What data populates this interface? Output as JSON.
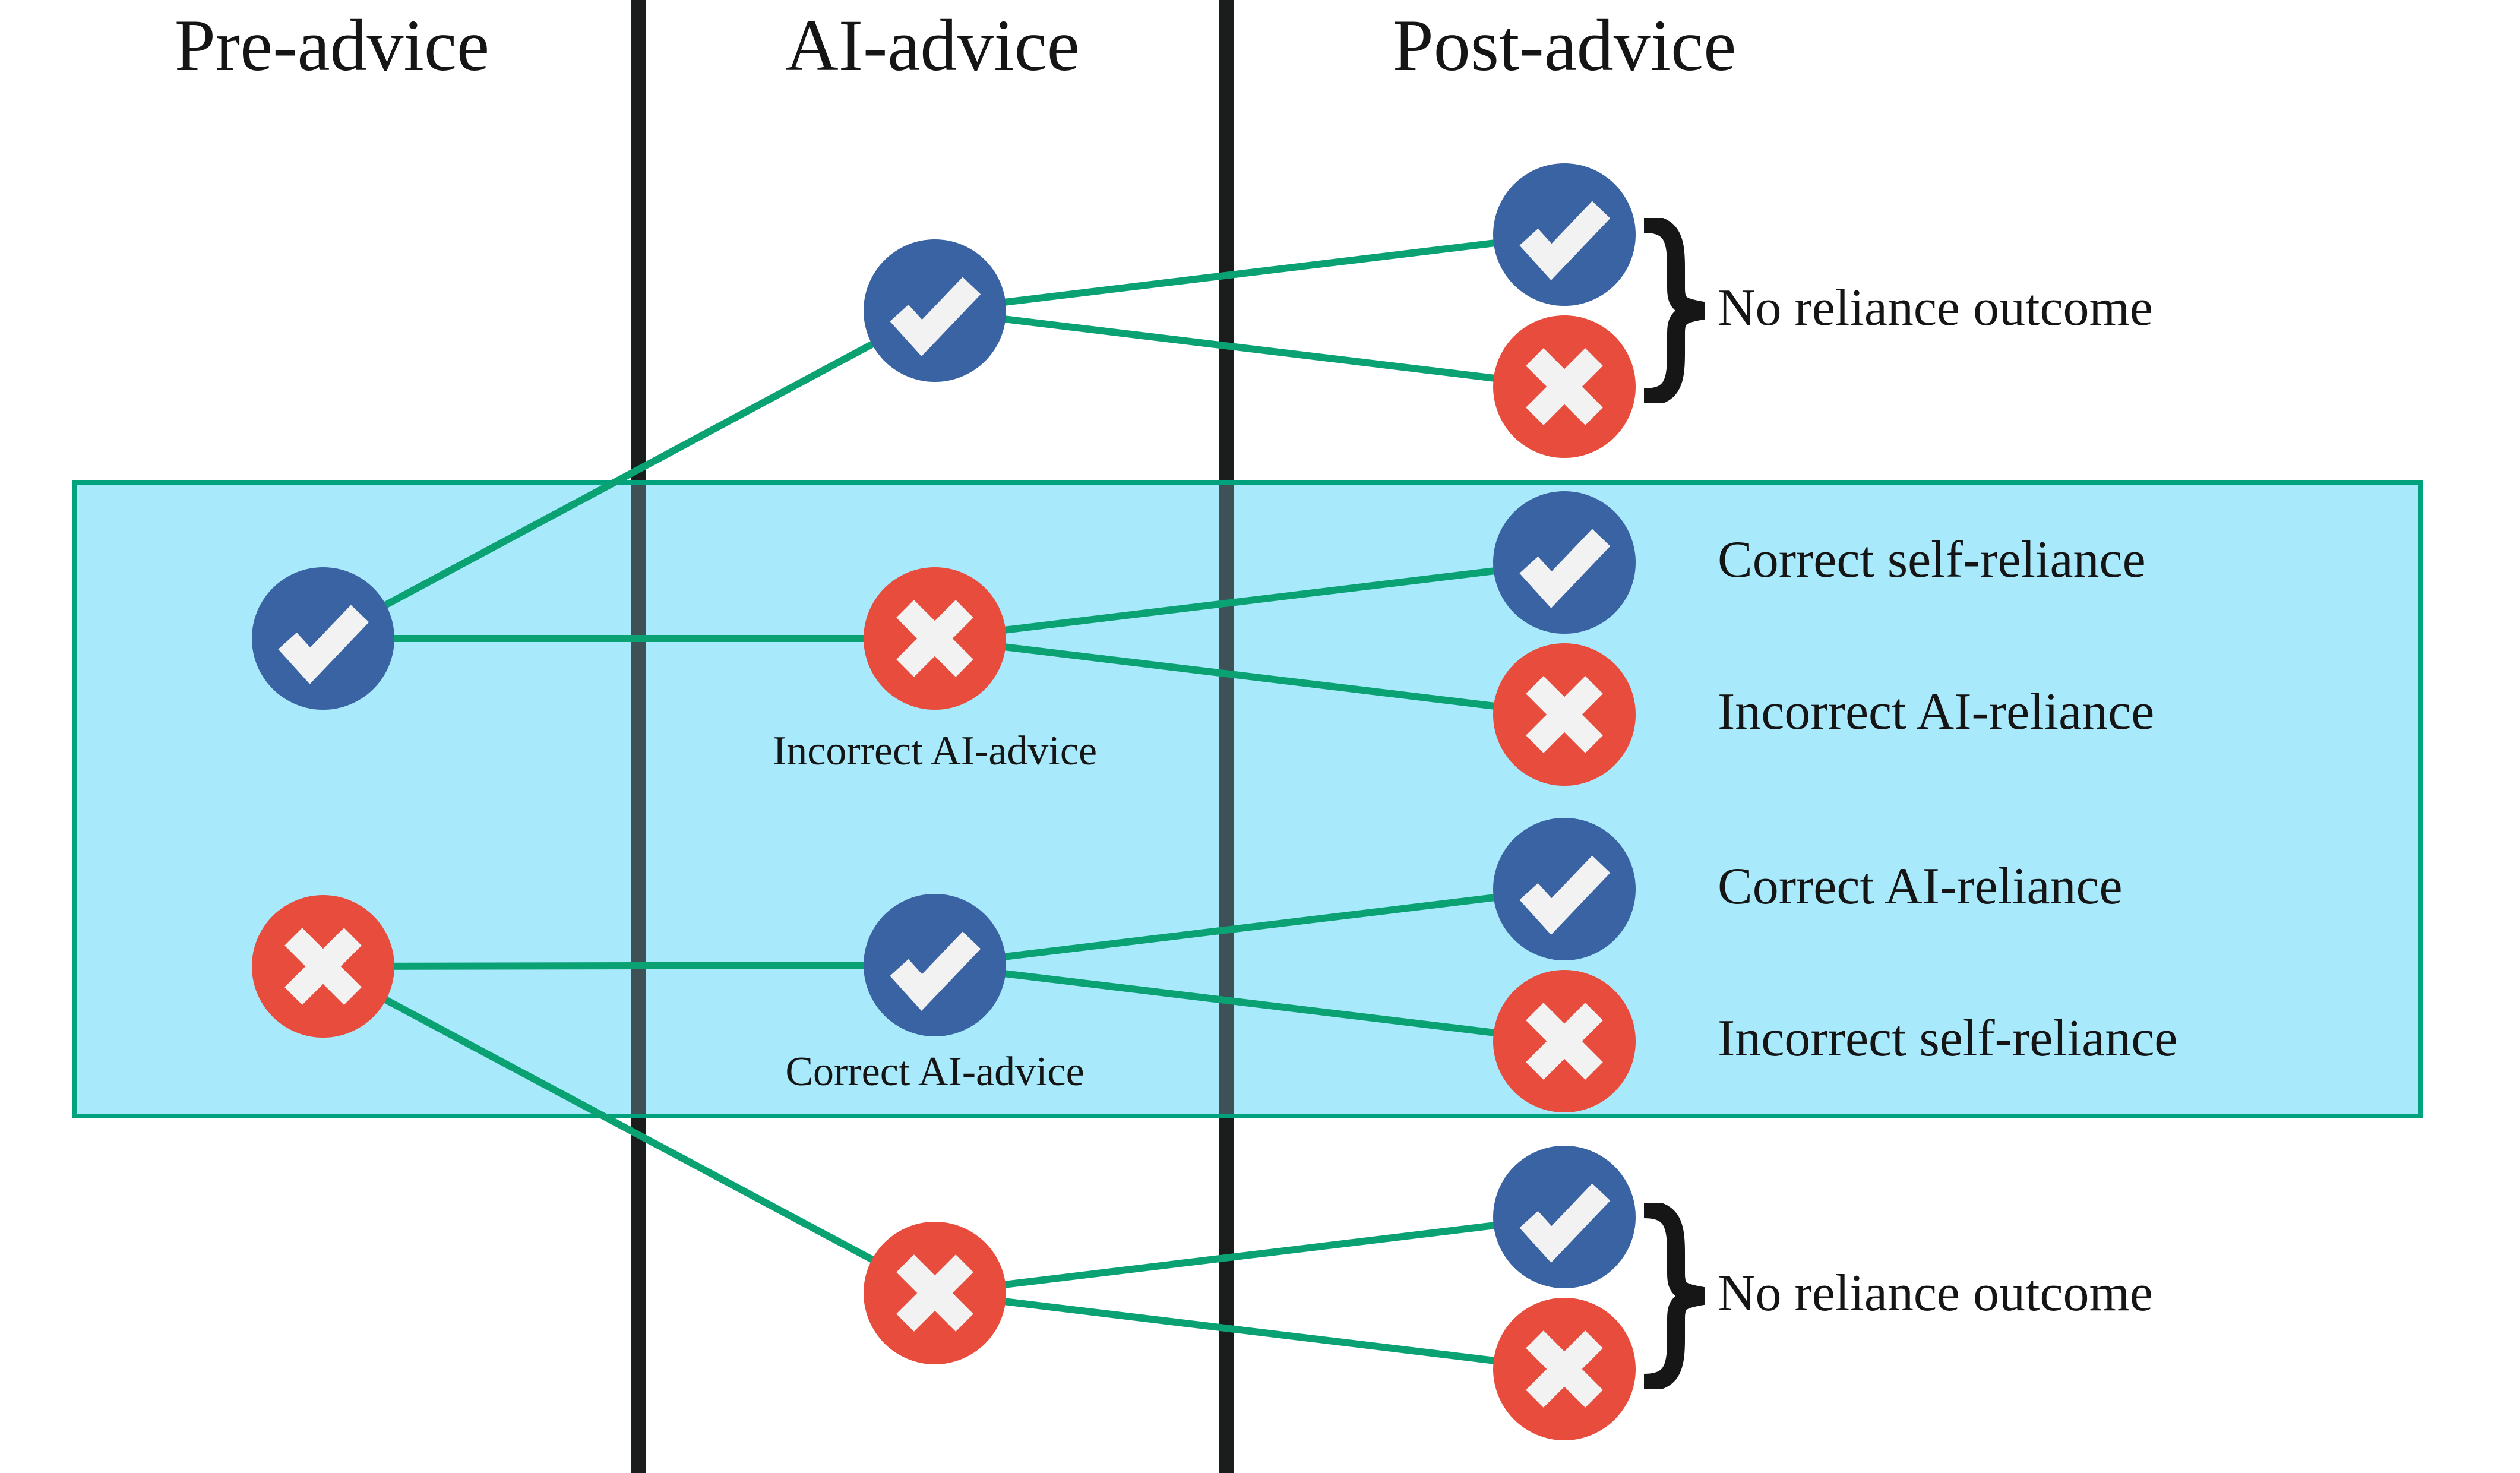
{
  "columns": [
    {
      "id": "pre",
      "label": "Pre-advice"
    },
    {
      "id": "ai",
      "label": "AI-advice"
    },
    {
      "id": "post",
      "label": "Post-advice"
    }
  ],
  "colors": {
    "correct_node": "#3a63a4",
    "incorrect_node": "#e74c3c",
    "glyph": "#f2f2f2",
    "connection_line": "#0aa173",
    "highlight_fill": "#a8eafc",
    "highlight_border": "#00a17d",
    "column_divider": "#1b1c1c",
    "column_divider_tinted": "#3d5156",
    "brace": "#161616",
    "text": "#151515"
  },
  "nodes": [
    {
      "id": "pre_correct",
      "column": "pre",
      "type": "correct"
    },
    {
      "id": "pre_incorrect",
      "column": "pre",
      "type": "incorrect"
    },
    {
      "id": "ai_correct_top",
      "column": "ai",
      "type": "correct"
    },
    {
      "id": "ai_incorrect_mid",
      "column": "ai",
      "type": "incorrect"
    },
    {
      "id": "ai_correct_bottom",
      "column": "ai",
      "type": "correct"
    },
    {
      "id": "ai_incorrect_bottom",
      "column": "ai",
      "type": "incorrect"
    },
    {
      "id": "post_1_correct",
      "column": "post",
      "type": "correct"
    },
    {
      "id": "post_1_incorrect",
      "column": "post",
      "type": "incorrect"
    },
    {
      "id": "post_2_correct",
      "column": "post",
      "type": "correct"
    },
    {
      "id": "post_2_incorrect",
      "column": "post",
      "type": "incorrect"
    },
    {
      "id": "post_3_correct",
      "column": "post",
      "type": "correct"
    },
    {
      "id": "post_3_incorrect",
      "column": "post",
      "type": "incorrect"
    },
    {
      "id": "post_4_correct",
      "column": "post",
      "type": "correct"
    },
    {
      "id": "post_4_incorrect",
      "column": "post",
      "type": "incorrect"
    }
  ],
  "edges": [
    [
      "pre_correct",
      "ai_correct_top"
    ],
    [
      "pre_correct",
      "ai_incorrect_mid"
    ],
    [
      "pre_incorrect",
      "ai_correct_bottom"
    ],
    [
      "pre_incorrect",
      "ai_incorrect_bottom"
    ],
    [
      "ai_correct_top",
      "post_1_correct"
    ],
    [
      "ai_correct_top",
      "post_1_incorrect"
    ],
    [
      "ai_incorrect_mid",
      "post_2_correct"
    ],
    [
      "ai_incorrect_mid",
      "post_2_incorrect"
    ],
    [
      "ai_correct_bottom",
      "post_3_correct"
    ],
    [
      "ai_correct_bottom",
      "post_3_incorrect"
    ],
    [
      "ai_incorrect_bottom",
      "post_4_correct"
    ],
    [
      "ai_incorrect_bottom",
      "post_4_incorrect"
    ]
  ],
  "node_labels": {
    "ai_incorrect_mid": "Incorrect AI-advice",
    "ai_correct_bottom": "Correct AI-advice",
    "post_2_correct": "Correct self-reliance",
    "post_2_incorrect": "Incorrect AI-reliance",
    "post_3_correct": "Correct AI-reliance",
    "post_3_incorrect": "Incorrect self-reliance"
  },
  "braces": {
    "top": {
      "label": "No reliance outcome"
    },
    "bottom": {
      "label": "No reliance outcome"
    }
  }
}
